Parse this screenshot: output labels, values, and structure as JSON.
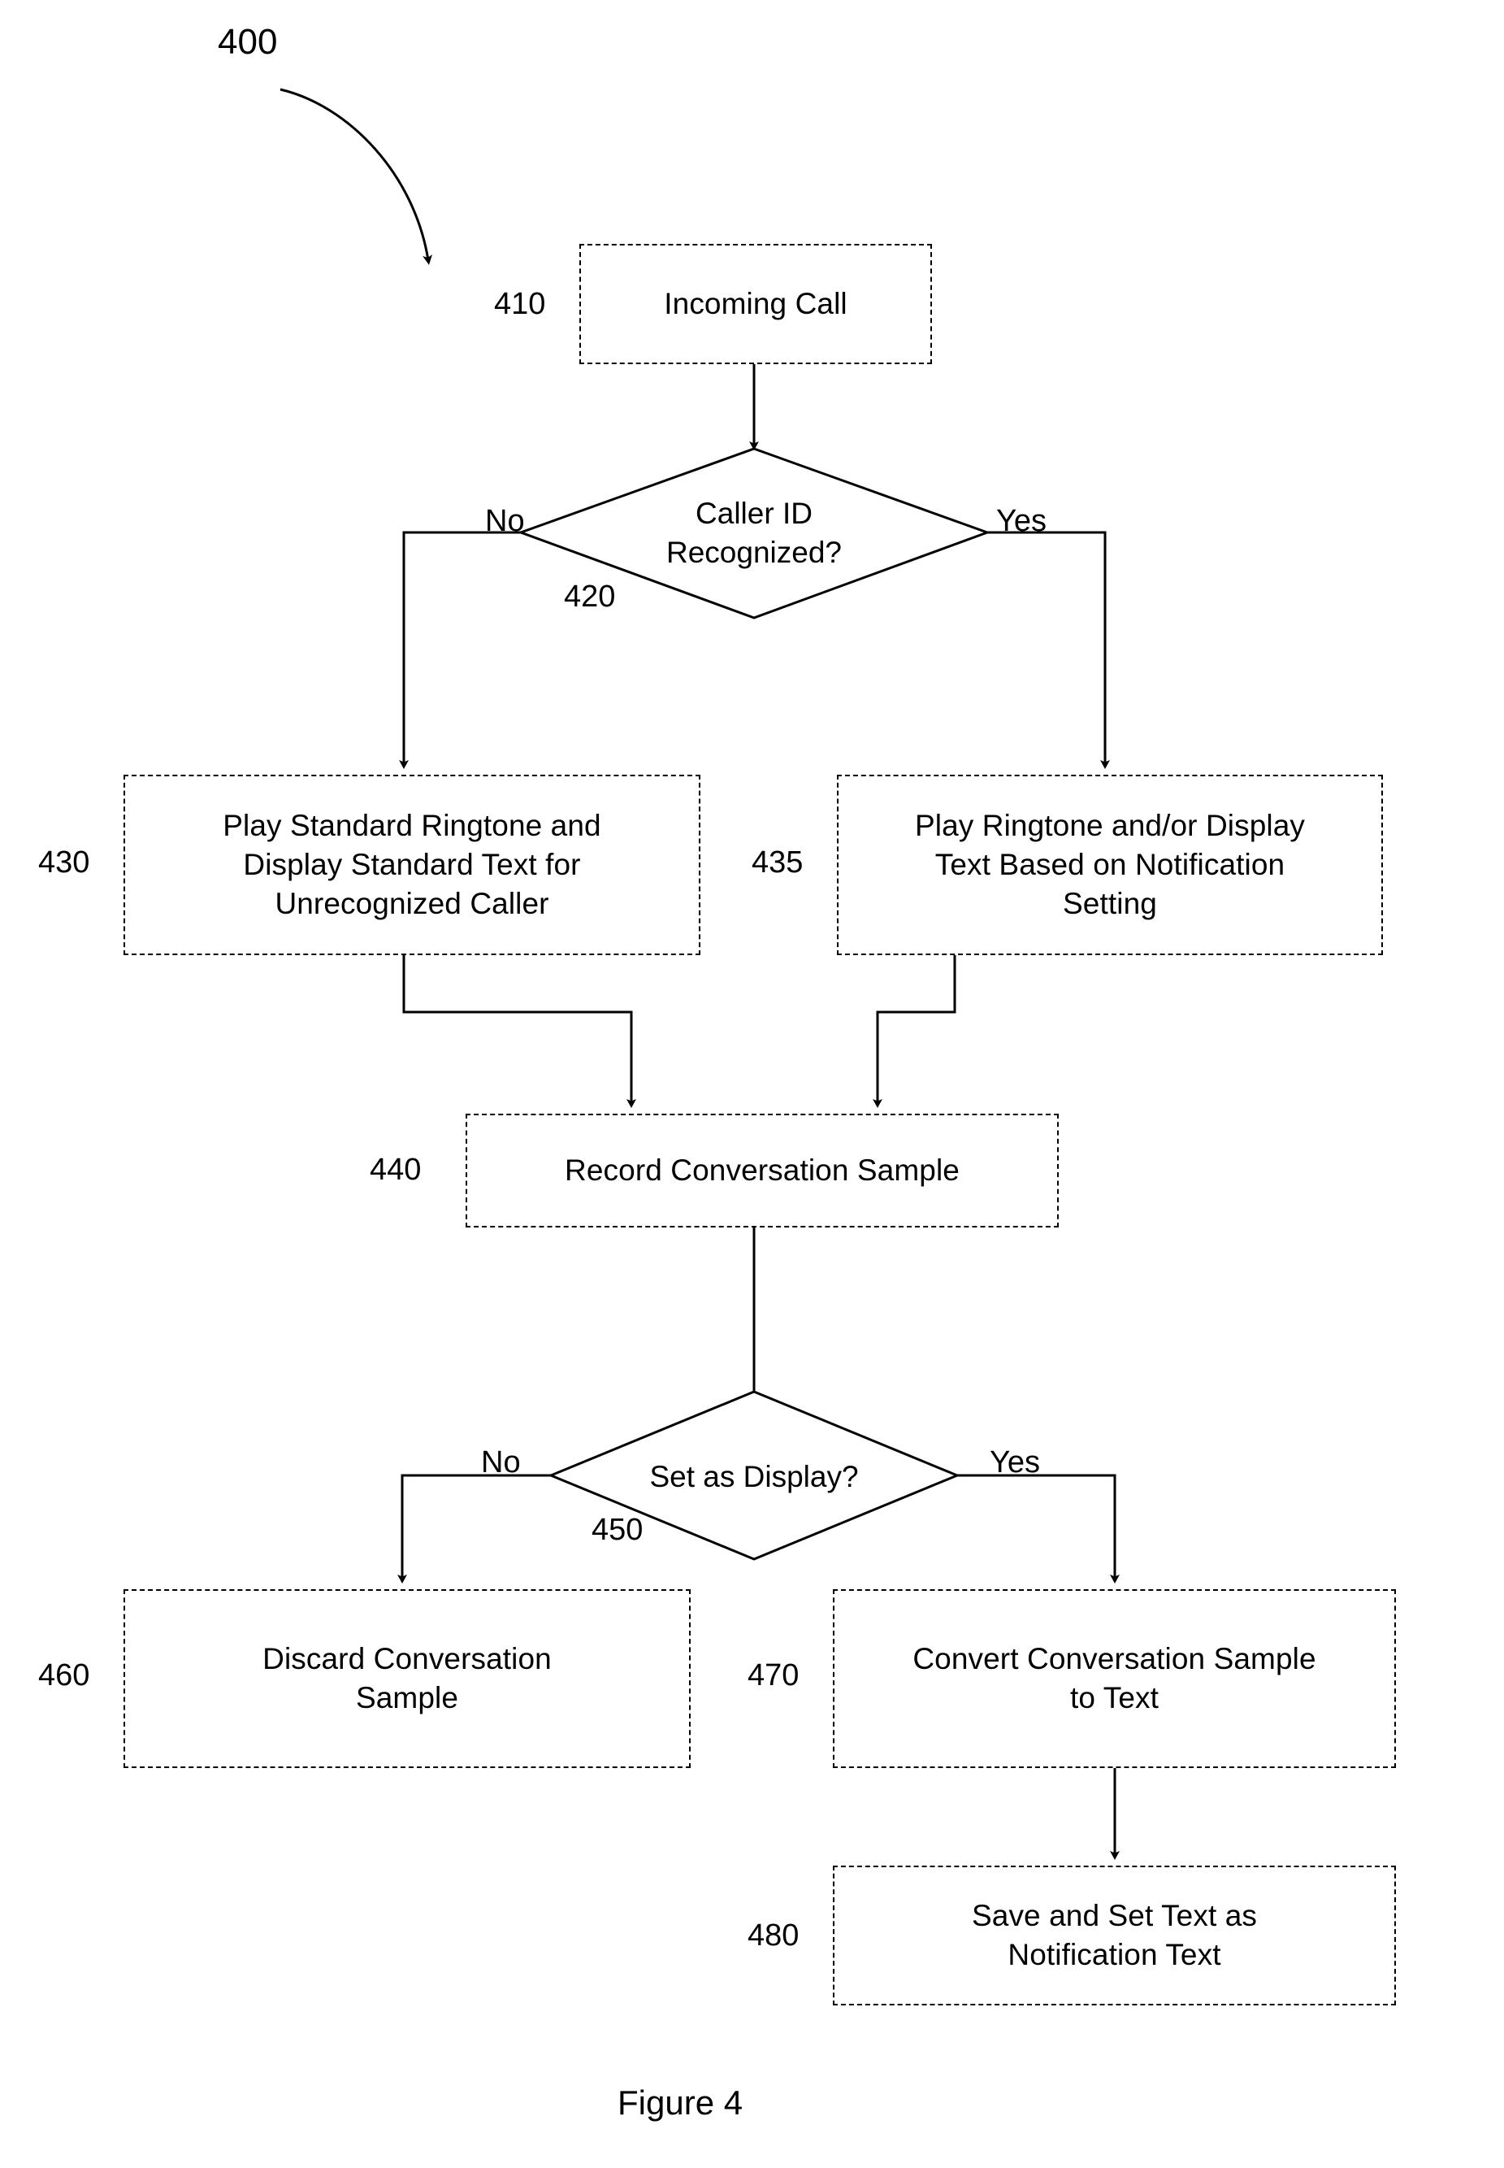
{
  "figure": {
    "caption": "Figure 4",
    "overall_ref": "400"
  },
  "nodes": [
    {
      "id": "incoming-call",
      "ref": "410",
      "label": "Incoming Call",
      "shape": "box"
    },
    {
      "id": "caller-id-recognized",
      "ref": "420",
      "label": "Caller ID\nRecognized?",
      "shape": "diamond",
      "branch_left": "No",
      "branch_right": "Yes"
    },
    {
      "id": "play-standard-ringtone",
      "ref": "430",
      "label": "Play Standard Ringtone and\nDisplay Standard Text for\nUnrecognized Caller",
      "shape": "box"
    },
    {
      "id": "play-ringtone-notification-setting",
      "ref": "435",
      "label": "Play Ringtone and/or Display\nText Based on Notification\nSetting",
      "shape": "box"
    },
    {
      "id": "record-conversation-sample",
      "ref": "440",
      "label": "Record Conversation Sample",
      "shape": "box"
    },
    {
      "id": "set-as-display",
      "ref": "450",
      "label": "Set as Display?",
      "shape": "diamond",
      "branch_left": "No",
      "branch_right": "Yes"
    },
    {
      "id": "discard-conversation-sample",
      "ref": "460",
      "label": "Discard Conversation\nSample",
      "shape": "box"
    },
    {
      "id": "convert-conversation-to-text",
      "ref": "470",
      "label": "Convert Conversation Sample\nto Text",
      "shape": "box"
    },
    {
      "id": "save-set-notification-text",
      "ref": "480",
      "label": "Save and Set Text as\nNotification Text",
      "shape": "box"
    }
  ],
  "colors": {
    "ink": "#000000",
    "paper": "#ffffff"
  }
}
